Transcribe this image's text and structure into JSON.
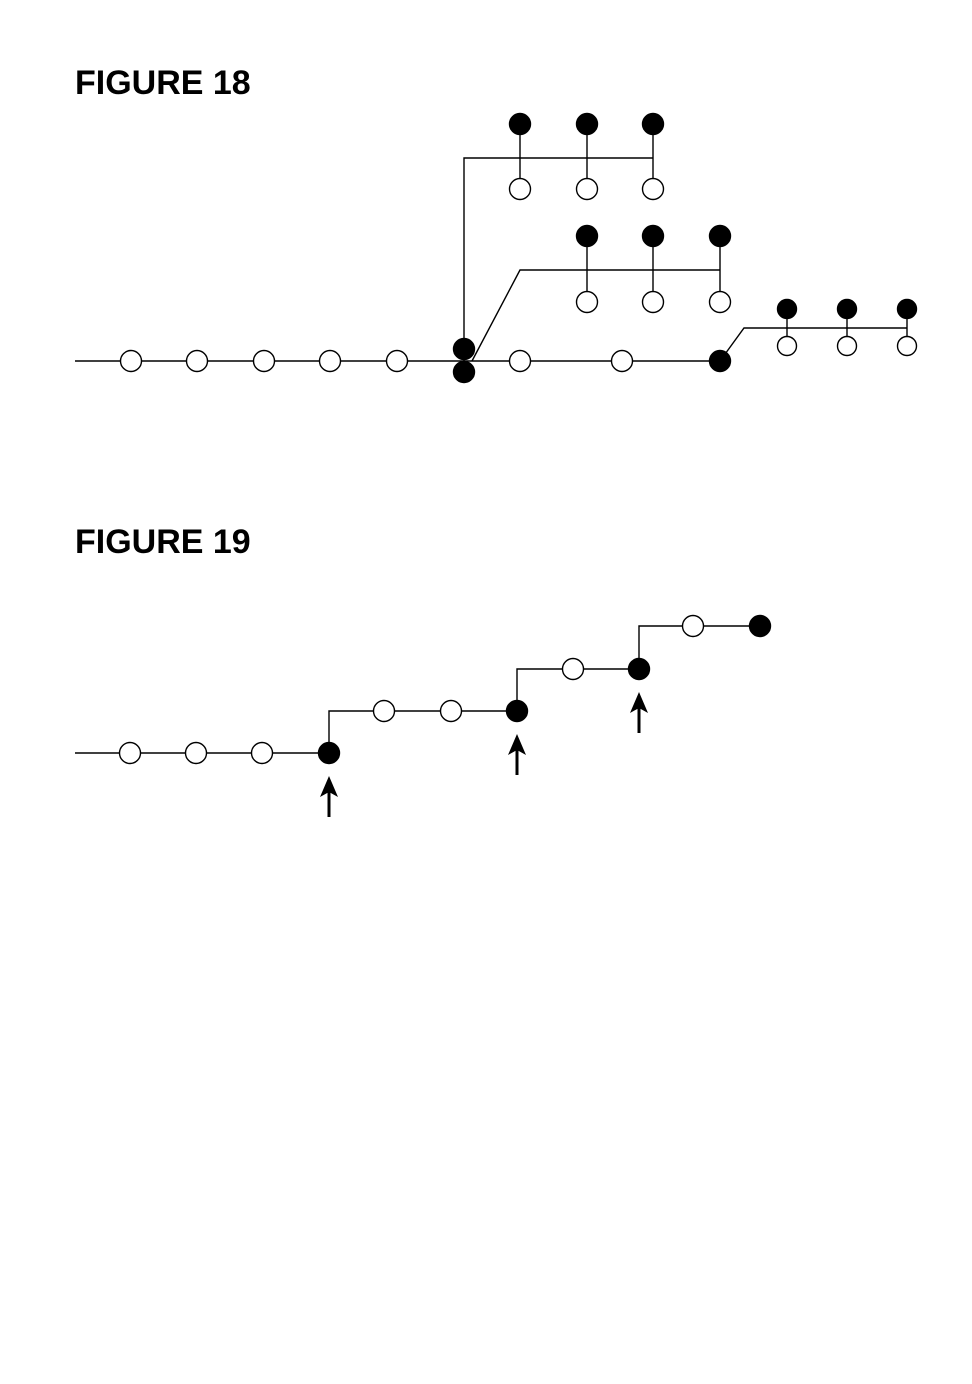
{
  "figures": [
    {
      "id": "figure-18",
      "title": "FIGURE 18"
    },
    {
      "id": "figure-19",
      "title": "FIGURE 19"
    }
  ],
  "colors": {
    "ink": "#000000",
    "paper": "#ffffff"
  }
}
